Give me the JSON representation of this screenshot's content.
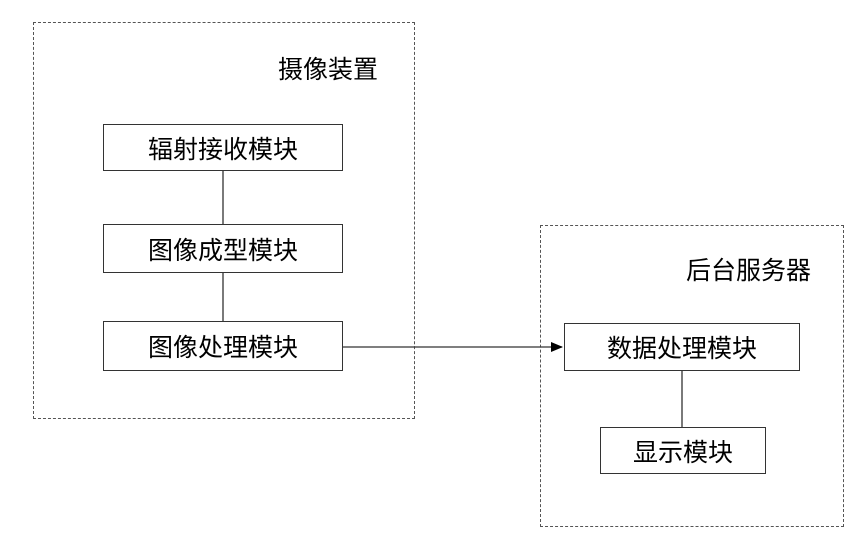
{
  "diagram": {
    "groups": [
      {
        "id": "camera-device",
        "title": "摄像装置"
      },
      {
        "id": "backend-server",
        "title": "后台服务器"
      }
    ],
    "nodes": {
      "radiation_receiving": "辐射接收模块",
      "image_forming": "图像成型模块",
      "image_processing": "图像处理模块",
      "data_processing": "数据处理模块",
      "display": "显示模块"
    },
    "edges": [
      {
        "from": "radiation_receiving",
        "to": "image_forming",
        "type": "line"
      },
      {
        "from": "image_forming",
        "to": "image_processing",
        "type": "line"
      },
      {
        "from": "image_processing",
        "to": "data_processing",
        "type": "arrow"
      },
      {
        "from": "data_processing",
        "to": "display",
        "type": "line"
      }
    ],
    "colors": {
      "stroke": "#333333",
      "group_border": "#555555",
      "text": "#000000",
      "background": "#ffffff"
    }
  }
}
